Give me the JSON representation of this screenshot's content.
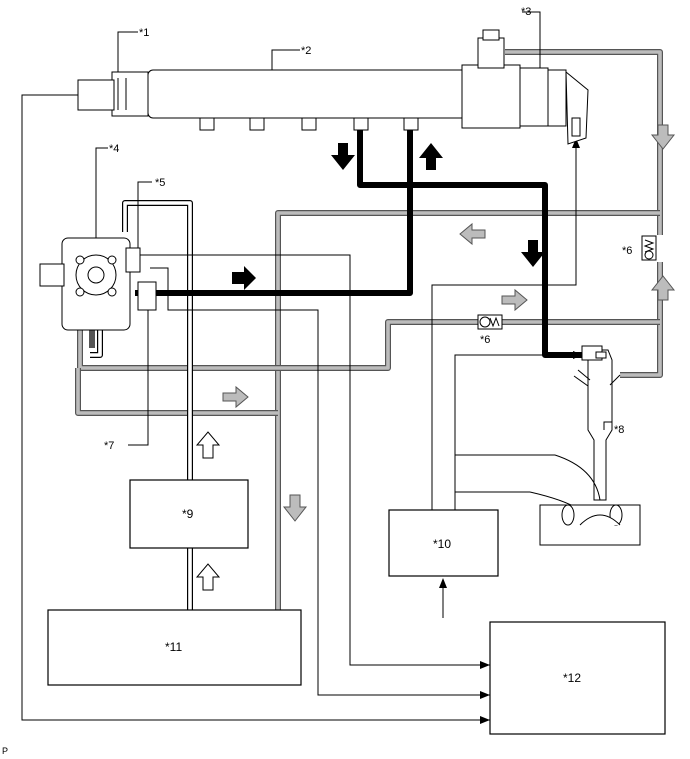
{
  "labels": {
    "l1": "*1",
    "l2": "*2",
    "l3": "*3",
    "l4": "*4",
    "l5": "*5",
    "l6a": "*6",
    "l6b": "*6",
    "l7": "*7",
    "l8": "*8",
    "l9": "*9",
    "l10": "*10",
    "l11": "*11",
    "l12": "*12"
  },
  "corner_mark": "P",
  "colors": {
    "high_pressure_fuel": "#000000",
    "return_fuel": "#bcbcbc",
    "low_pressure_fuel": "#ffffff"
  }
}
